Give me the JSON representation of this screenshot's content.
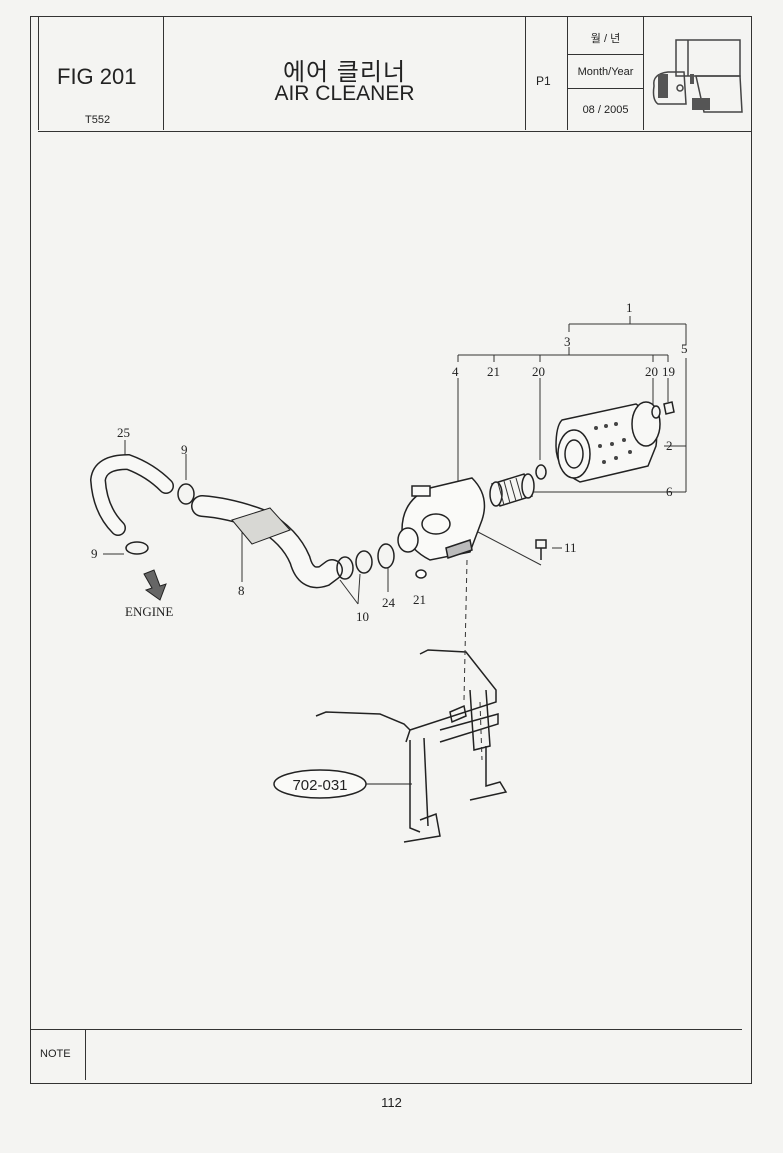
{
  "header": {
    "fig_label": "FIG 201",
    "model": "T552",
    "title_korean": "에어 클리너",
    "title_english": "AIR CLEANER",
    "page_label": "P1",
    "date_korean_label": "월 / 년",
    "date_english_label": "Month/Year",
    "date_value": "08 / 2005"
  },
  "diagram": {
    "part_numbers": {
      "p1": "1",
      "p2": "2",
      "p3": "3",
      "p4": "4",
      "p5": "5",
      "p6": "6",
      "p8": "8",
      "p9a": "9",
      "p9b": "9",
      "p10": "10",
      "p11": "11",
      "p19": "19",
      "p20a": "20",
      "p20b": "20",
      "p21a": "21",
      "p21b": "21",
      "p24": "24",
      "p25": "25"
    },
    "engine_label": "ENGINE",
    "reference_callout": "702-031"
  },
  "footer": {
    "note_label": "NOTE",
    "page_number": "112"
  }
}
